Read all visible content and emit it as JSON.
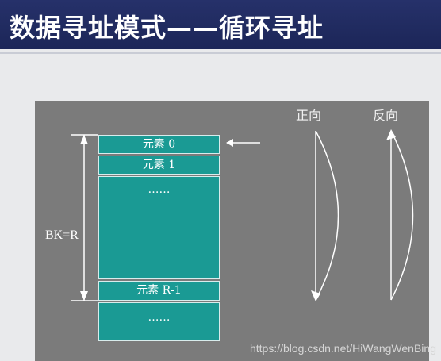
{
  "title": "数据寻址模式——循环寻址",
  "cells": [
    {
      "label": "元素 0"
    },
    {
      "label": "元素 1"
    },
    {
      "label": "……"
    },
    {
      "label": "元素 R-1"
    },
    {
      "label": "……"
    }
  ],
  "bk_label": "BK=R",
  "directions": {
    "forward": "正向",
    "reverse": "反向"
  },
  "watermark": "https://blog.csdn.net/HiWangWenBing",
  "colors": {
    "title_bar": "#26316a",
    "panel": "#7b7b7b",
    "cell": "#1a9a94",
    "line": "#ffffff"
  }
}
